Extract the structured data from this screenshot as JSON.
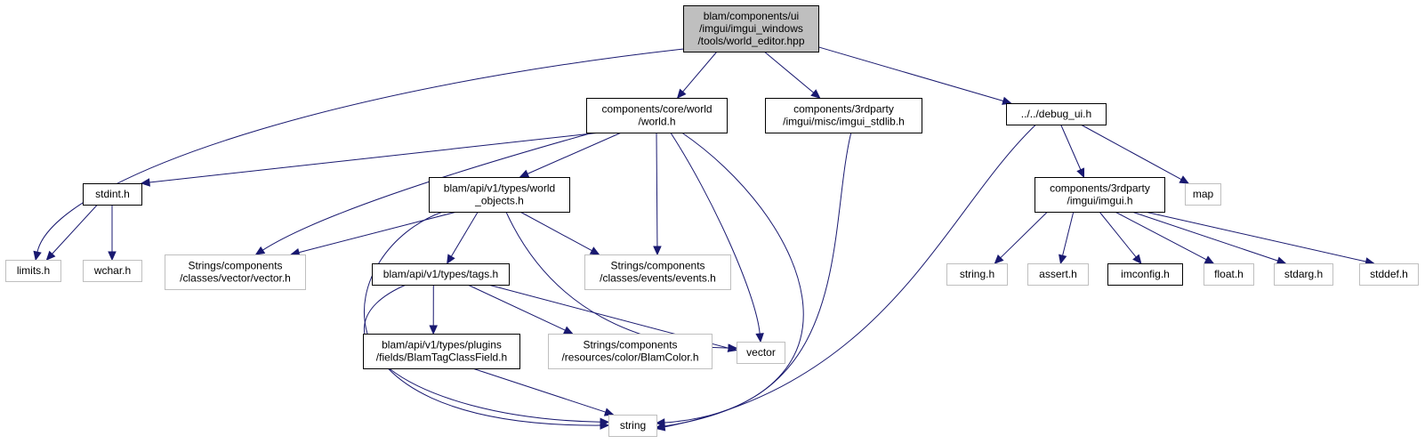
{
  "colors": {
    "edge": "#191970",
    "root_fill": "#bfbfbf",
    "node_fill": "#ffffff",
    "linked_border": "#000000",
    "external_border": "#bfbfbf"
  },
  "nodes": [
    {
      "id": "root",
      "lines": [
        "blam/components/ui",
        "/imgui/imgui_windows",
        "/tools/world_editor.hpp"
      ],
      "kind": "root"
    },
    {
      "id": "world_h",
      "lines": [
        "components/core/world",
        "/world.h"
      ],
      "kind": "linked"
    },
    {
      "id": "imgui_stdlib",
      "lines": [
        "components/3rdparty",
        "/imgui/misc/imgui_stdlib.h"
      ],
      "kind": "linked"
    },
    {
      "id": "debug_ui",
      "lines": [
        "../../debug_ui.h"
      ],
      "kind": "linked"
    },
    {
      "id": "stdint",
      "lines": [
        "stdint.h"
      ],
      "kind": "linked"
    },
    {
      "id": "world_objects",
      "lines": [
        "blam/api/v1/types/world",
        "_objects.h"
      ],
      "kind": "linked"
    },
    {
      "id": "imgui_h",
      "lines": [
        "components/3rdparty",
        "/imgui/imgui.h"
      ],
      "kind": "linked"
    },
    {
      "id": "map",
      "lines": [
        "map"
      ],
      "kind": "external"
    },
    {
      "id": "limits",
      "lines": [
        "limits.h"
      ],
      "kind": "external"
    },
    {
      "id": "wchar",
      "lines": [
        "wchar.h"
      ],
      "kind": "external"
    },
    {
      "id": "vector_h",
      "lines": [
        "Strings/components",
        "/classes/vector/vector.h"
      ],
      "kind": "external"
    },
    {
      "id": "tags",
      "lines": [
        "blam/api/v1/types/tags.h"
      ],
      "kind": "linked"
    },
    {
      "id": "events",
      "lines": [
        "Strings/components",
        "/classes/events/events.h"
      ],
      "kind": "external"
    },
    {
      "id": "string_h",
      "lines": [
        "string.h"
      ],
      "kind": "external"
    },
    {
      "id": "assert",
      "lines": [
        "assert.h"
      ],
      "kind": "external"
    },
    {
      "id": "imconfig",
      "lines": [
        "imconfig.h"
      ],
      "kind": "linked"
    },
    {
      "id": "float",
      "lines": [
        "float.h"
      ],
      "kind": "external"
    },
    {
      "id": "stdarg",
      "lines": [
        "stdarg.h"
      ],
      "kind": "external"
    },
    {
      "id": "stddef",
      "lines": [
        "stddef.h"
      ],
      "kind": "external"
    },
    {
      "id": "classfield",
      "lines": [
        "blam/api/v1/types/plugins",
        "/fields/BlamTagClassField.h"
      ],
      "kind": "linked"
    },
    {
      "id": "blamcolor",
      "lines": [
        "Strings/components",
        "/resources/color/BlamColor.h"
      ],
      "kind": "external"
    },
    {
      "id": "vector",
      "lines": [
        "vector"
      ],
      "kind": "external"
    },
    {
      "id": "string",
      "lines": [
        "string"
      ],
      "kind": "external"
    }
  ],
  "edges": [
    {
      "from": "root",
      "to": "limits"
    },
    {
      "from": "root",
      "to": "world_h"
    },
    {
      "from": "root",
      "to": "imgui_stdlib"
    },
    {
      "from": "root",
      "to": "debug_ui"
    },
    {
      "from": "world_h",
      "to": "stdint"
    },
    {
      "from": "world_h",
      "to": "world_objects"
    },
    {
      "from": "world_h",
      "to": "vector_h"
    },
    {
      "from": "world_h",
      "to": "events"
    },
    {
      "from": "world_h",
      "to": "vector"
    },
    {
      "from": "world_h",
      "to": "string"
    },
    {
      "from": "stdint",
      "to": "limits"
    },
    {
      "from": "stdint",
      "to": "wchar"
    },
    {
      "from": "world_objects",
      "to": "vector_h"
    },
    {
      "from": "world_objects",
      "to": "tags"
    },
    {
      "from": "world_objects",
      "to": "events"
    },
    {
      "from": "world_objects",
      "to": "vector"
    },
    {
      "from": "world_objects",
      "to": "string"
    },
    {
      "from": "tags",
      "to": "classfield"
    },
    {
      "from": "tags",
      "to": "blamcolor"
    },
    {
      "from": "tags",
      "to": "vector"
    },
    {
      "from": "tags",
      "to": "string"
    },
    {
      "from": "classfield",
      "to": "string"
    },
    {
      "from": "imgui_stdlib",
      "to": "string"
    },
    {
      "from": "debug_ui",
      "to": "string"
    },
    {
      "from": "debug_ui",
      "to": "imgui_h"
    },
    {
      "from": "debug_ui",
      "to": "map"
    },
    {
      "from": "imgui_h",
      "to": "string_h"
    },
    {
      "from": "imgui_h",
      "to": "assert"
    },
    {
      "from": "imgui_h",
      "to": "imconfig"
    },
    {
      "from": "imgui_h",
      "to": "float"
    },
    {
      "from": "imgui_h",
      "to": "stdarg"
    },
    {
      "from": "imgui_h",
      "to": "stddef"
    }
  ]
}
